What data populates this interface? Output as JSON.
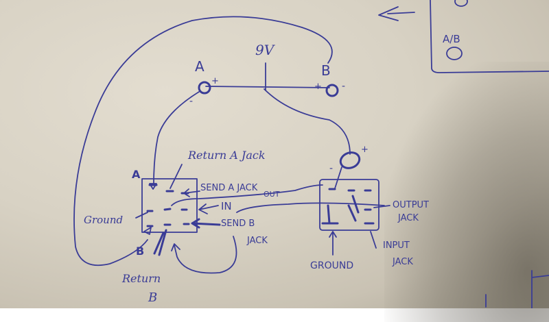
{
  "battery": {
    "label": "9V"
  },
  "pot_a": {
    "label": "A",
    "plus": "+",
    "minus": "-"
  },
  "pot_b": {
    "label": "B",
    "plus": "+",
    "minus": "-"
  },
  "led": {
    "plus": "+",
    "minus": "-"
  },
  "switch_left": {
    "corner_a": "A",
    "corner_b": "B",
    "return_a": "Return A Jack",
    "send_a": "SEND A JACK",
    "out": "OUT",
    "in": "IN",
    "ground": "Ground",
    "send_b_line1": "SEND B",
    "send_b_line2": "JACK",
    "return_b_line1": "Return",
    "return_b_line2": "B"
  },
  "switch_right": {
    "output_line1": "OUTPUT",
    "output_line2": "JACK",
    "input_line1": "INPUT",
    "input_line2": "JACK",
    "ground": "GROUND"
  },
  "enclosure": {
    "ab_label": "A/B"
  },
  "colors": {
    "ink": "#3a3c96",
    "paper": "#dcd6c8"
  }
}
